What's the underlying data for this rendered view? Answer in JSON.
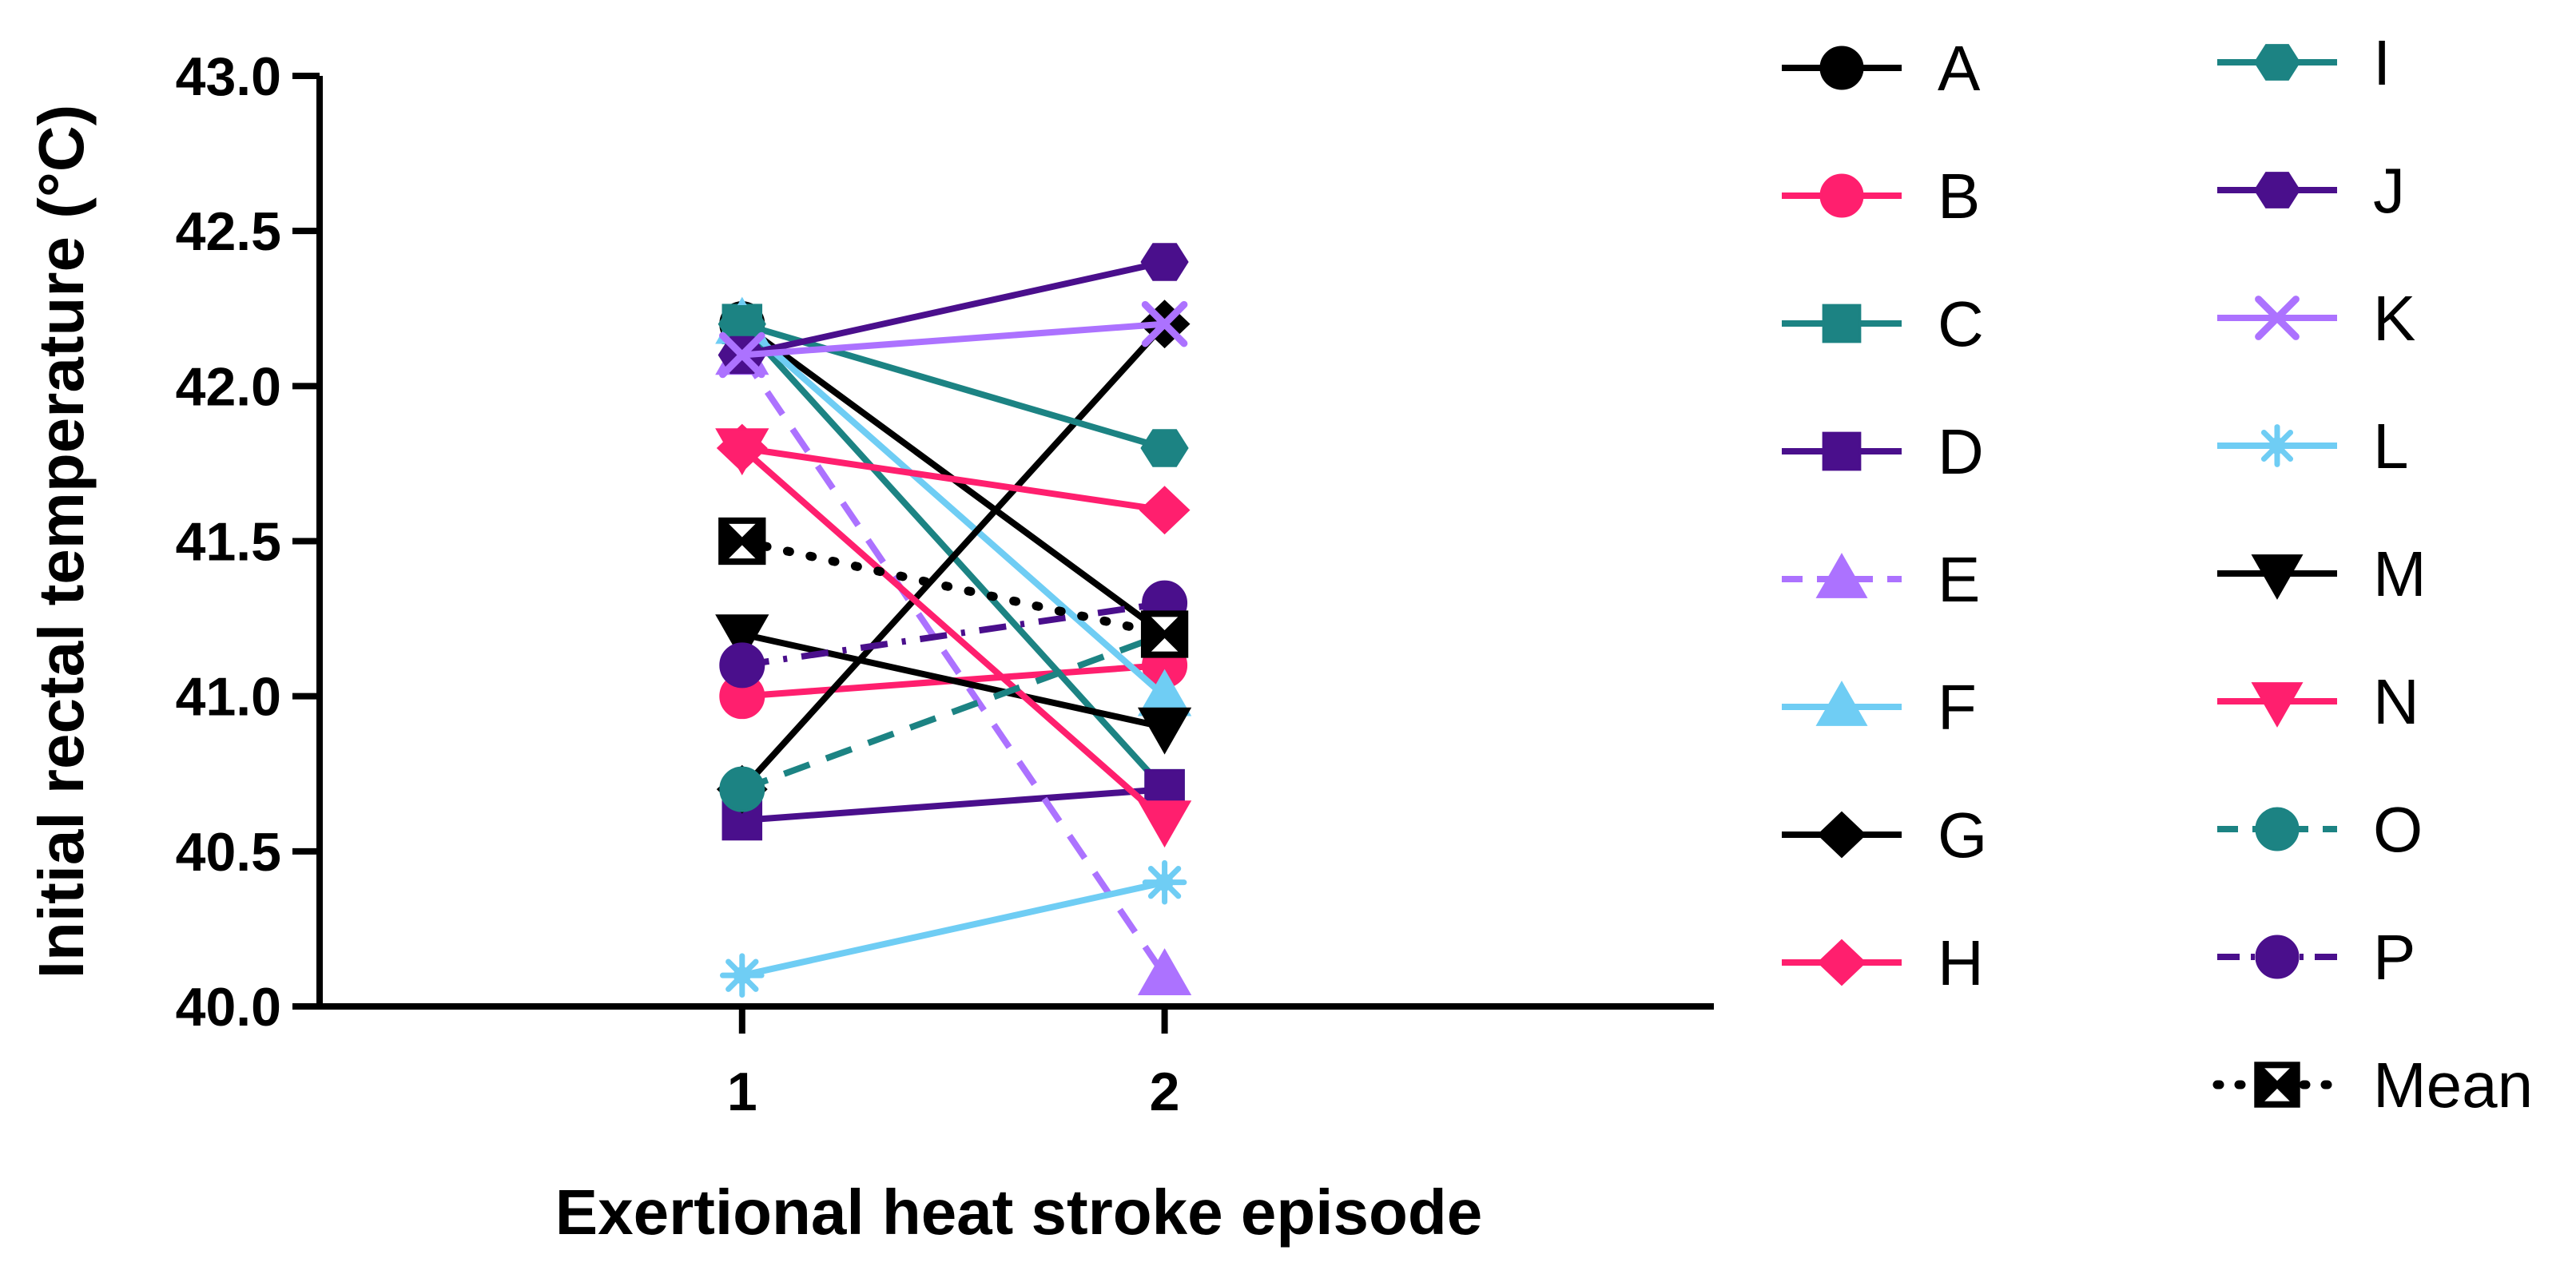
{
  "chart_data": {
    "type": "line",
    "title": "",
    "xlabel": "Exertional heat stroke episode",
    "ylabel": "Initial rectal temperature (°C)",
    "x": [
      1,
      2
    ],
    "xlim": [
      0.0,
      3.3
    ],
    "ylim": [
      40.0,
      43.0
    ],
    "x_ticks": [
      "1",
      "2"
    ],
    "y_ticks": [
      "40.0",
      "40.5",
      "41.0",
      "41.5",
      "42.0",
      "42.5",
      "43.0"
    ],
    "grid": false,
    "legend_position": "right",
    "series": [
      {
        "name": "A",
        "values": [
          42.2,
          41.2
        ],
        "color": "#000000",
        "marker": "circle",
        "dash": "solid"
      },
      {
        "name": "B",
        "values": [
          41.0,
          41.1
        ],
        "color": "#ff1f6e",
        "marker": "circle",
        "dash": "solid"
      },
      {
        "name": "C",
        "values": [
          42.2,
          40.7
        ],
        "color": "#1c8383",
        "marker": "square",
        "dash": "solid"
      },
      {
        "name": "D",
        "values": [
          40.6,
          40.7
        ],
        "color": "#4a0f8c",
        "marker": "square",
        "dash": "solid"
      },
      {
        "name": "E",
        "values": [
          42.1,
          40.1
        ],
        "color": "#ac72ff",
        "marker": "triangle-up",
        "dash": "dashed"
      },
      {
        "name": "F",
        "values": [
          42.2,
          41.0
        ],
        "color": "#6fcdf4",
        "marker": "triangle-up",
        "dash": "solid"
      },
      {
        "name": "G",
        "values": [
          40.7,
          42.2
        ],
        "color": "#000000",
        "marker": "diamond",
        "dash": "solid"
      },
      {
        "name": "H",
        "values": [
          41.8,
          41.6
        ],
        "color": "#ff1f6e",
        "marker": "diamond",
        "dash": "solid"
      },
      {
        "name": "I",
        "values": [
          42.2,
          41.8
        ],
        "color": "#1c8383",
        "marker": "hexagon",
        "dash": "solid"
      },
      {
        "name": "J",
        "values": [
          42.1,
          42.4
        ],
        "color": "#4a0f8c",
        "marker": "hexagon",
        "dash": "solid"
      },
      {
        "name": "K",
        "values": [
          42.1,
          42.2
        ],
        "color": "#ac72ff",
        "marker": "x",
        "dash": "solid"
      },
      {
        "name": "L",
        "values": [
          40.1,
          40.4
        ],
        "color": "#6fcdf4",
        "marker": "asterisk",
        "dash": "solid"
      },
      {
        "name": "M",
        "values": [
          41.2,
          40.9
        ],
        "color": "#000000",
        "marker": "triangle-down",
        "dash": "solid"
      },
      {
        "name": "N",
        "values": [
          41.8,
          40.6
        ],
        "color": "#ff1f6e",
        "marker": "triangle-down",
        "dash": "solid"
      },
      {
        "name": "O",
        "values": [
          40.7,
          41.2
        ],
        "color": "#1c8383",
        "marker": "circle",
        "dash": "dashed"
      },
      {
        "name": "P",
        "values": [
          41.1,
          41.3
        ],
        "color": "#4a0f8c",
        "marker": "circle",
        "dash": "dashdot"
      },
      {
        "name": "Mean",
        "values": [
          41.5,
          41.2
        ],
        "color": "#000000",
        "marker": "boxx",
        "dash": "dotted"
      }
    ]
  }
}
